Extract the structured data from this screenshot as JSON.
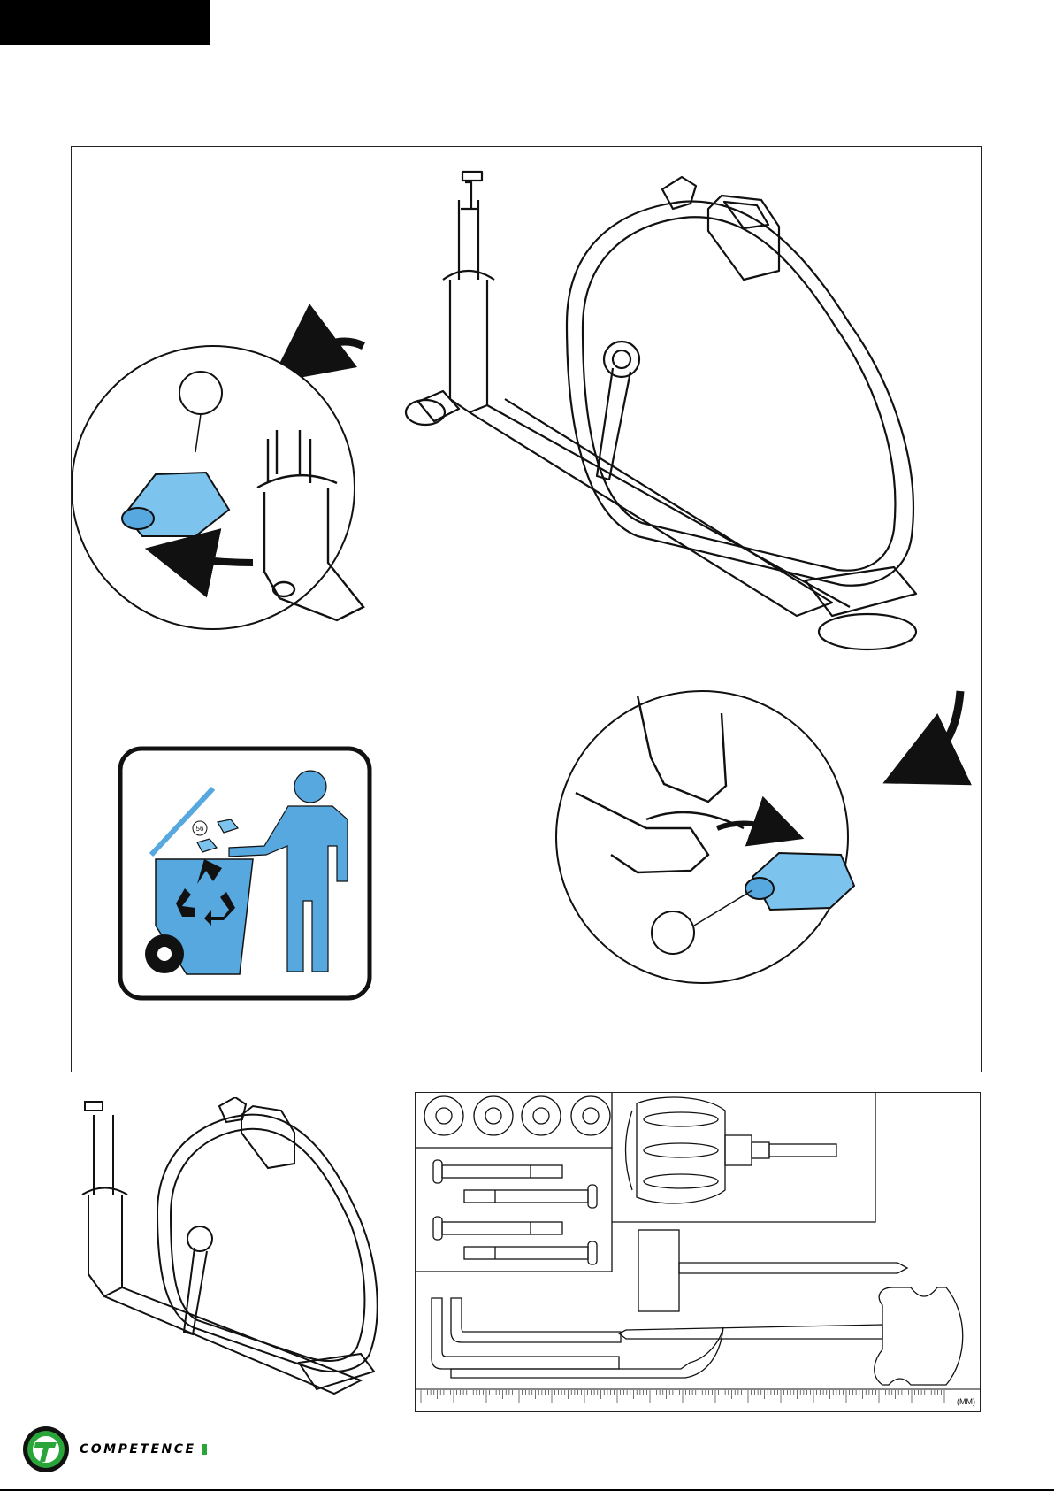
{
  "step_callout": {
    "part_number": "56"
  },
  "parts_panel": {
    "ruler_label": "(MM)"
  },
  "brand": {
    "name": "COMPETENCE"
  },
  "colors": {
    "accent_blue": "#56a8df",
    "light_blue": "#7cc3ee",
    "brand_green": "#2aa53a",
    "ink": "#111111"
  },
  "icons": [
    "recycle-icon",
    "person-icon",
    "trash-bin-icon",
    "arrow-icon"
  ]
}
